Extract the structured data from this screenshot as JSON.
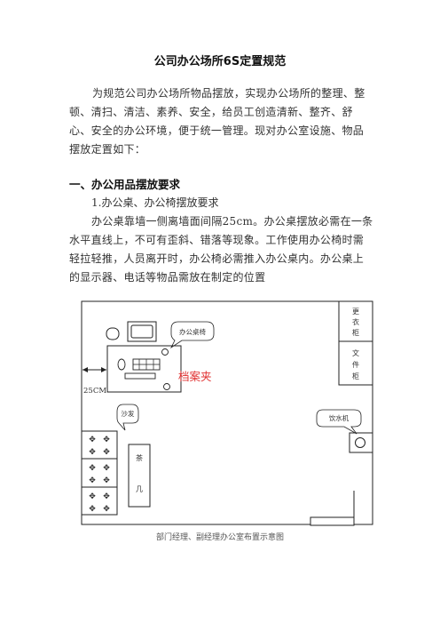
{
  "document": {
    "title": "公司办公场所6S定置规范",
    "intro": "为规范公司办公场所物品摆放，实现办公场所的整理、整顿、清扫、清洁、素养、安全，给员工创造清新、整齐、舒心、安全的办公环境，便于统一管理。现对办公室设施、物品摆放定置如下：",
    "section1_heading": "一、办公用品摆放要求",
    "section1_sub": "1.办公桌、办公椅摆放要求",
    "section1_body": "办公桌靠墙一侧离墙面间隔25cm。办公桌摆放必需在一条水平直线上，不可有歪斜、错落等现象。工作使用办公椅时需轻拉轻推，人员离开时，办公椅必需推入办公桌内。办公桌上的显示器、电话等物品需放在制定的位置"
  },
  "diagram": {
    "label_cabinet_change": [
      "更",
      "衣",
      "柜"
    ],
    "label_cabinet_file": [
      "文",
      "件",
      "柜"
    ],
    "label_desk_chair": "办公桌椅",
    "label_archive_folder": "档案夹",
    "label_distance": "25CM",
    "label_sofa": "沙发",
    "label_tea_table": [
      "茶",
      "几"
    ],
    "label_water_dispenser": "饮水机",
    "caption": "部门经理、副经理办公室布置示意图",
    "colors": {
      "archive_text": "#e03030",
      "line": "#222222"
    }
  }
}
